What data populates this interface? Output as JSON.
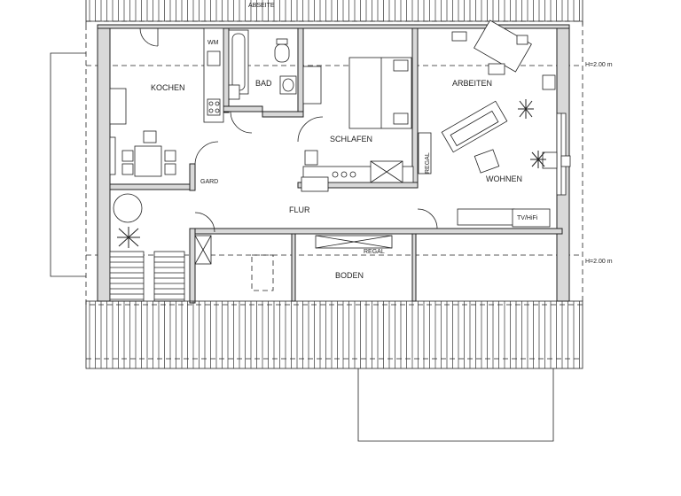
{
  "rooms": {
    "kochen": "KOCHEN",
    "bad": "BAD",
    "schlafen": "SCHLAFEN",
    "arbeiten": "ARBEITEN",
    "wohnen": "WOHNEN",
    "flur": "FLUR",
    "boden": "BODEN",
    "gard": "GARD"
  },
  "labels": {
    "abseite": "ABSEITE",
    "wm": "WM",
    "regal_vertical": "REGAL",
    "regal_boden": "REGAL",
    "tv_hifi": "TV/HiFi",
    "height_top": "H=2.00 m",
    "height_bottom": "H=2.00 m"
  }
}
